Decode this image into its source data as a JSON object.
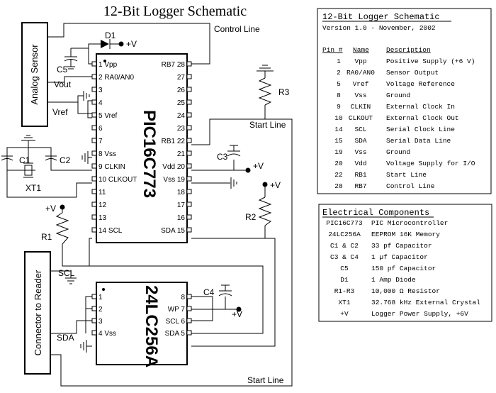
{
  "title": "12-Bit Logger Schematic",
  "labels": {
    "control_line": "Control Line",
    "start_line_top": "Start Line",
    "start_line_bottom": "Start Line",
    "vplus_d1": "+V",
    "vplus_vdd": "+V",
    "vplus_r2": "+V",
    "vplus_r1": "+V",
    "vplus_c4": "+V",
    "d1": "D1",
    "c5": "C5",
    "c1": "C1",
    "c2": "C2",
    "c3": "C3",
    "c4": "C4",
    "xt1": "XT1",
    "r1": "R1",
    "r2": "R2",
    "r3": "R3",
    "vout": "Vout",
    "vref": "Vref",
    "scl": "SCL",
    "sda": "SDA"
  },
  "analog_sensor": "Analog Sensor",
  "connector": "Connector to Reader",
  "pic": {
    "name": "PIC16C773",
    "left_pins": [
      "1 Vpp",
      "2 RA0/AN0",
      "3",
      "4",
      "5 Vref",
      "6",
      "7",
      "8 Vss",
      "9 CLKIN",
      "10 CLKOUT",
      "11",
      "12",
      "13",
      "14 SCL"
    ],
    "right_pins": [
      "RB7 28",
      "27",
      "26",
      "25",
      "24",
      "23",
      "RB1 22",
      "21",
      "Vdd 20",
      "Vss 19",
      "18",
      "17",
      "16",
      "SDA 15"
    ]
  },
  "eeprom": {
    "name": "24LC256A",
    "left_pins": [
      "1",
      "2",
      "3",
      "4 Vss"
    ],
    "right_pins": [
      "8",
      "WP 7",
      "SCL 6",
      "SDA 5"
    ]
  },
  "pin_table": {
    "title": "12-Bit Logger Schematic",
    "version": "Version 1.0 - November, 2002",
    "headers": [
      "Pin #",
      "Name",
      "Description"
    ],
    "rows": [
      [
        "1",
        "Vpp",
        "Positive Supply (+6 V)"
      ],
      [
        "2",
        "RA0/AN0",
        "Sensor Output"
      ],
      [
        "5",
        "Vref",
        "Voltage Reference"
      ],
      [
        "8",
        "Vss",
        "Ground"
      ],
      [
        "9",
        "CLKIN",
        "External Clock In"
      ],
      [
        "10",
        "CLKOUT",
        "External Clock Out"
      ],
      [
        "14",
        "SCL",
        "Serial Clock Line"
      ],
      [
        "15",
        "SDA",
        "Serial Data Line"
      ],
      [
        "19",
        "Vss",
        "Ground"
      ],
      [
        "20",
        "Vdd",
        "Voltage Supply for I/O"
      ],
      [
        "22",
        "RB1",
        "Start Line"
      ],
      [
        "28",
        "RB7",
        "Control Line"
      ]
    ]
  },
  "components": {
    "title": "Electrical Components",
    "rows": [
      [
        "PIC16C773",
        "PIC Microcontroller"
      ],
      [
        "24LC256A",
        "EEPROM 16K Memory"
      ],
      [
        "C1 & C2",
        "33 pf Capacitor"
      ],
      [
        "C3 & C4",
        "1 µf Capacitor"
      ],
      [
        "C5",
        "150 pf Capacitor"
      ],
      [
        "D1",
        "1 Amp Diode"
      ],
      [
        "R1-R3",
        "10,000 Ω Resistor"
      ],
      [
        "XT1",
        "32.768 kHz External Crystal"
      ],
      [
        "+V",
        "Logger Power Supply, +6V"
      ]
    ]
  }
}
